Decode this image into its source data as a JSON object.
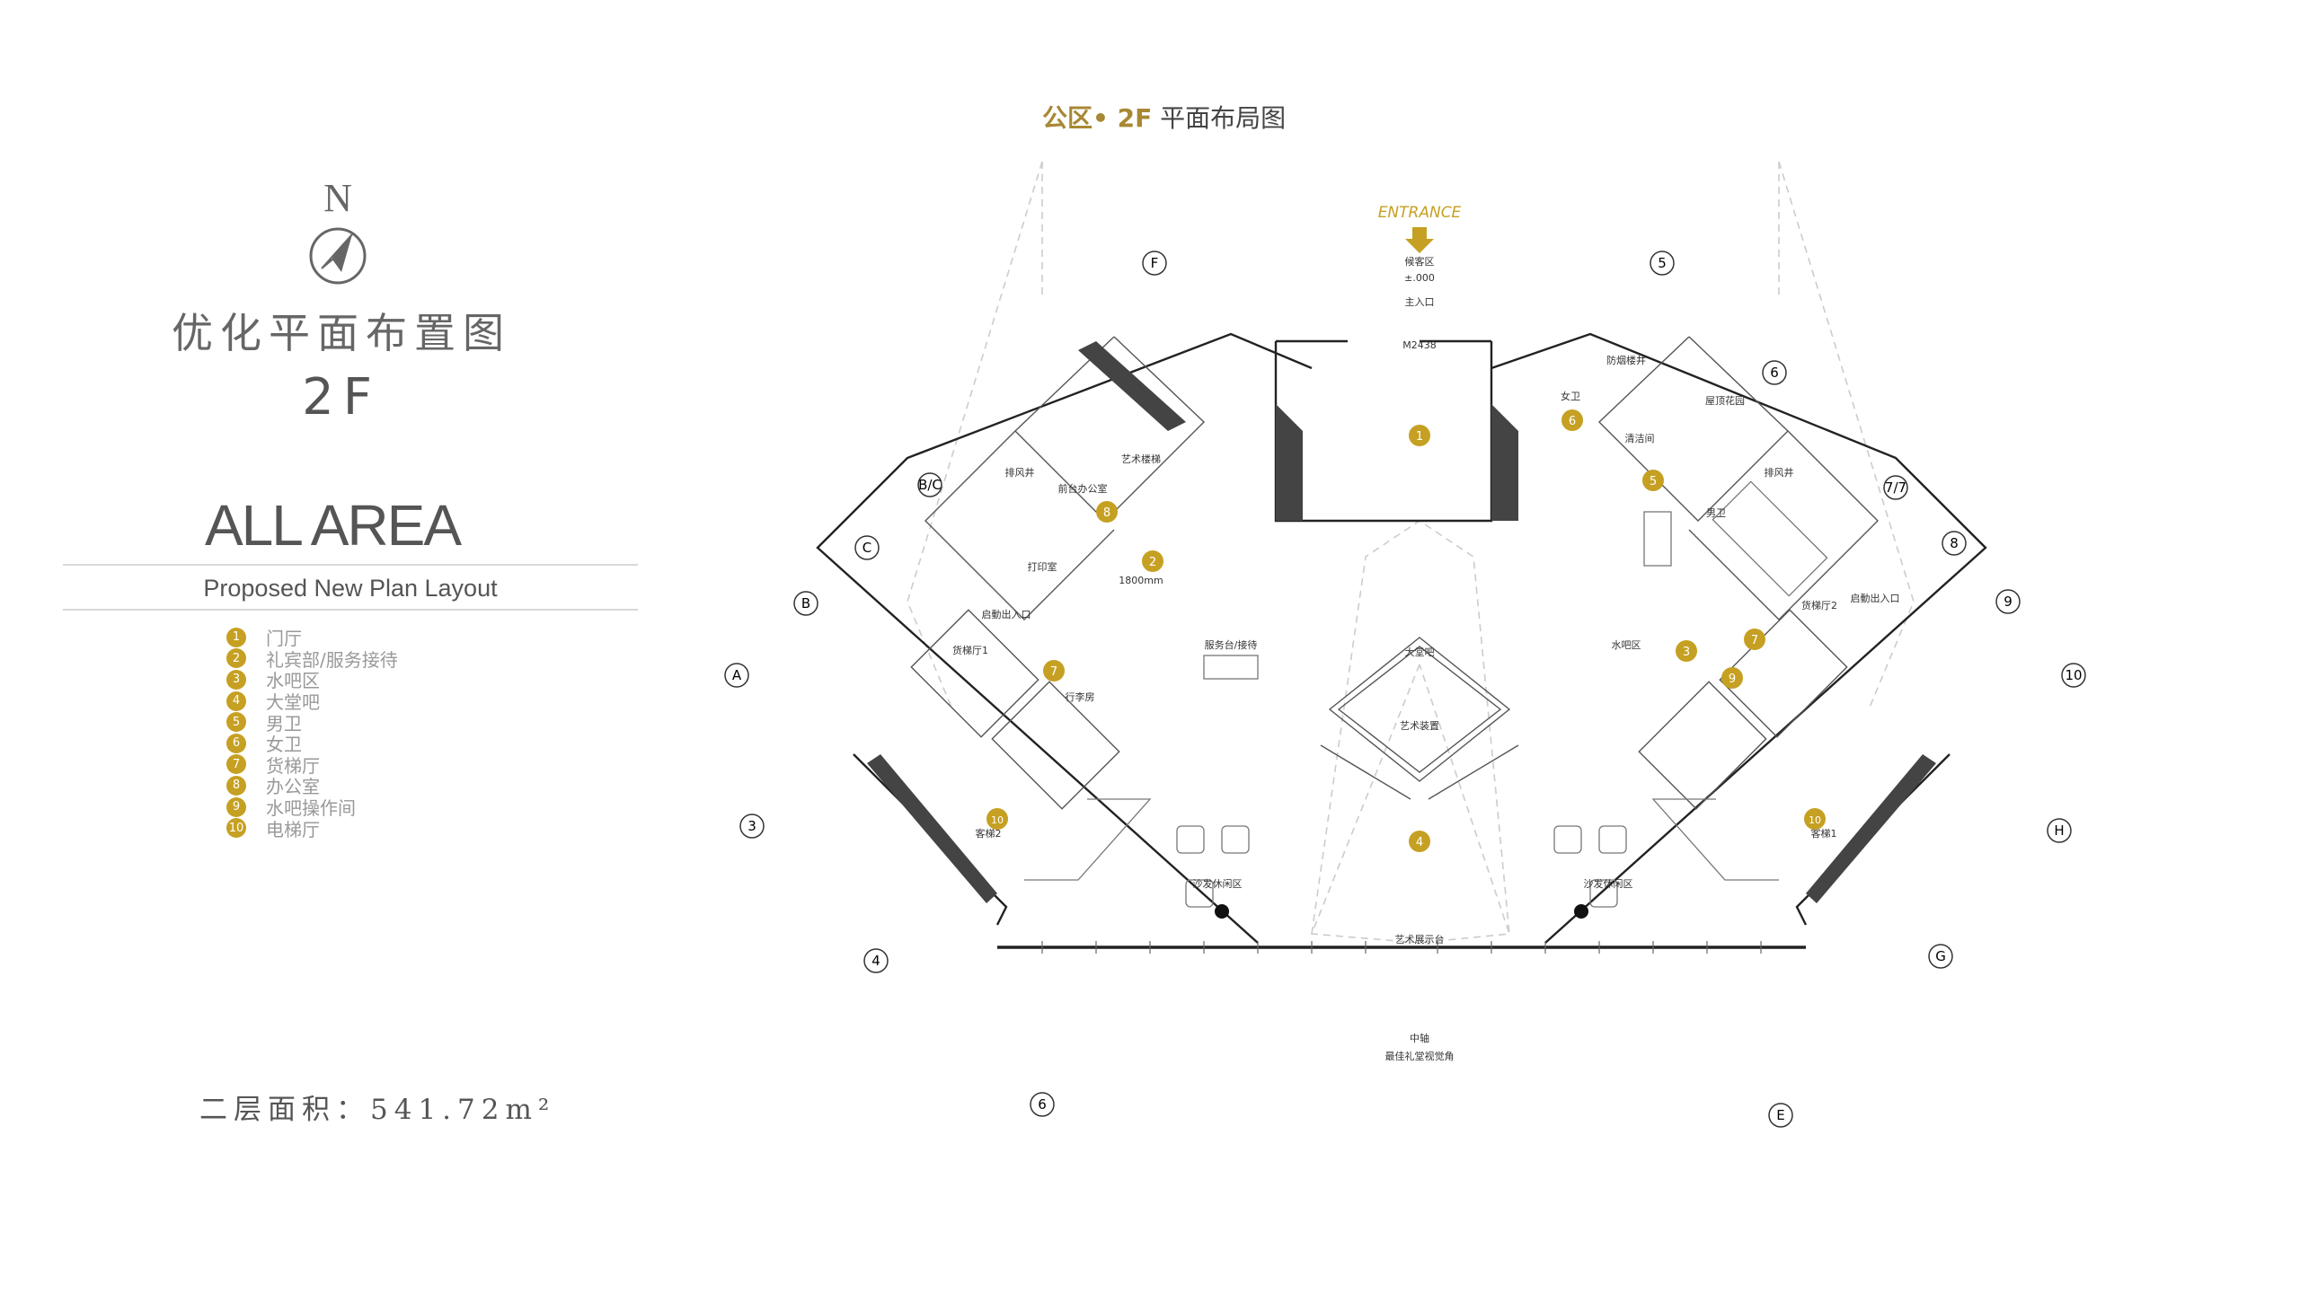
{
  "left": {
    "compass_n": "N",
    "title_cn": "优化平面布置图",
    "title_floor": "2F",
    "title_en": "ALL AREA",
    "subtitle": "Proposed New Plan Layout",
    "legend": [
      {
        "num": "1",
        "label": "门厅"
      },
      {
        "num": "2",
        "label": "礼宾部/服务接待"
      },
      {
        "num": "3",
        "label": "水吧区"
      },
      {
        "num": "4",
        "label": "大堂吧"
      },
      {
        "num": "5",
        "label": "男卫"
      },
      {
        "num": "6",
        "label": "女卫"
      },
      {
        "num": "7",
        "label": "货梯厅"
      },
      {
        "num": "8",
        "label": "办公室"
      },
      {
        "num": "9",
        "label": "水吧操作间"
      },
      {
        "num": "10",
        "label": "电梯厅"
      }
    ],
    "area_label": "二层面积：541.72m²"
  },
  "plan": {
    "title_prefix": "公区• 2F",
    "title_rest": " 平面布局图",
    "entrance": "ENTRANCE",
    "accent_color": "#c6a022",
    "labels": {
      "waiting": "候客区",
      "elev": "±.000",
      "main_entry": "主入口",
      "door_code": "M2438",
      "art_stair": "艺术楼梯",
      "front_office": "前台办公室",
      "print_room": "打印室",
      "start_exit": "启動出入口",
      "freight1": "货梯厅1",
      "luggage": "行李房",
      "front_desk": "服务台/接待",
      "lobby_bar": "大堂吧",
      "art_install": "艺术装置",
      "art_stage": "艺术展示台",
      "sofa_left": "沙发休闲区",
      "sofa_right": "沙发休闲区",
      "guest_lift1": "客梯1",
      "guest_lift2": "客梯2",
      "vent_left": "排风井",
      "vent_right": "排风井",
      "women": "女卫",
      "men": "男卫",
      "cleaning": "清洁间",
      "water_bar": "水吧区",
      "freight2": "货梯厅2",
      "start_exit2": "启動出入口",
      "roof_garden": "屋顶花园",
      "smoke_shaft": "防烟楼井",
      "center_axis": "中轴",
      "best_view": "最佳礼堂视觉角",
      "dim_1": "1800mm"
    },
    "axes_left": [
      "F",
      "B/C",
      "C",
      "B",
      "A",
      "3",
      "4",
      "6"
    ],
    "axes_right": [
      "5",
      "6",
      "7/7",
      "8",
      "9",
      "10",
      "H",
      "G",
      "E"
    ],
    "markers": [
      "1",
      "2",
      "3",
      "4",
      "5",
      "6",
      "7",
      "7",
      "8",
      "9",
      "10",
      "10"
    ]
  }
}
